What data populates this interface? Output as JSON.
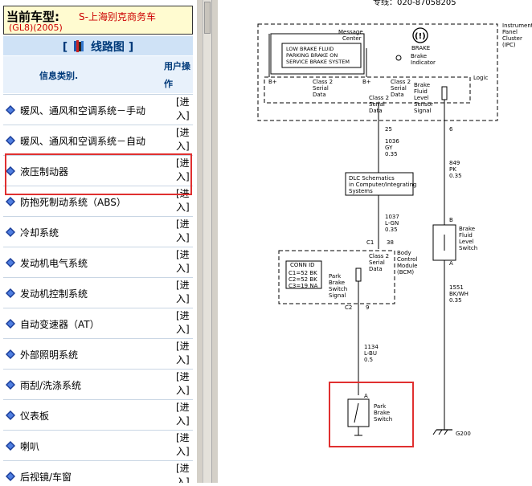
{
  "vehicle": {
    "label": "当前车型:",
    "name": "S-上海别克商务车",
    "model": "(GL8)(2005)"
  },
  "section_title": "线路图",
  "columns": {
    "category": "信息类别.",
    "operation": "用户操作"
  },
  "enter_label": "[进入]",
  "menu_items": [
    {
      "label": "暖风、通风和空调系统－手动"
    },
    {
      "label": "暖风、通风和空调系统－自动"
    },
    {
      "label": "液压制动器"
    },
    {
      "label": "防抱死制动系统（ABS）"
    },
    {
      "label": "冷却系统"
    },
    {
      "label": "发动机电气系统"
    },
    {
      "label": "发动机控制系统"
    },
    {
      "label": "自动变速器（AT）"
    },
    {
      "label": "外部照明系统"
    },
    {
      "label": "雨刮/洗涤系统"
    },
    {
      "label": "仪表板"
    },
    {
      "label": "喇叭"
    },
    {
      "label": "后视镜/车窗"
    }
  ],
  "diagram": {
    "header_text": "专线：020-87058205",
    "ipc_label": [
      "Instrument",
      "Panel",
      "Cluster",
      "(IPC)"
    ],
    "message_center": [
      "Message",
      "Center"
    ],
    "brake_msg": [
      "LOW BRAKE FLUID",
      "PARKING BRAKE ON",
      "SERVICE BRAKE SYSTEM"
    ],
    "brake_symbol": "(!)",
    "brake_label": "BRAKE",
    "brake_indicator": [
      "Brake",
      "Indicator"
    ],
    "logic_label": "Logic",
    "bplus_1": "B+",
    "bplus_2": "B+",
    "class2_a": [
      "Class 2",
      "Serial",
      "Data"
    ],
    "class2_b": [
      "Class 2",
      "Serial",
      "Data"
    ],
    "class2_c": [
      "Class 2",
      "Serial",
      "Data"
    ],
    "fluid_level_signal": [
      "Brake",
      "Fluid",
      "Level",
      "Sensor",
      "Signal"
    ],
    "pin_25": "25",
    "pin_6": "6",
    "wire_1036": [
      "1036",
      "GY",
      "0.35"
    ],
    "wire_849": [
      "849",
      "PK",
      "0.35"
    ],
    "dlc_box": [
      "DLC Schematics",
      "in Computer/Integrating",
      "Systems"
    ],
    "wire_1037": [
      "1037",
      "L-GN",
      "0.35"
    ],
    "conn_b": "B",
    "fluid_switch": [
      "Brake",
      "Fluid",
      "Level",
      "Switch"
    ],
    "conn_a_right": "A",
    "c1_label": "C1",
    "pin_38": "38",
    "class2_bcm": [
      "Class 2",
      "Serial",
      "Data"
    ],
    "bcm_label": [
      "Body",
      "Control",
      "Module",
      "(BCM)"
    ],
    "conn_id_title": "CONN ID",
    "conn_ids": [
      "C1=52 BK",
      "C2=52 BK",
      "C3=19 NA"
    ],
    "park_signal": [
      "Park",
      "Brake",
      "Switch",
      "Signal"
    ],
    "wire_1551": [
      "1551",
      "BK/WH",
      "0.35"
    ],
    "c2_label": "C2",
    "pin_9": "9",
    "wire_1134": [
      "1134",
      "L-BU",
      "0.5"
    ],
    "conn_a_left": "A",
    "park_switch": [
      "Park",
      "Brake",
      "Switch"
    ],
    "ground_label": "G200"
  },
  "colors": {
    "highlight": "#e03030",
    "header_band": "#cfe2f6",
    "car_box": "#fffbd0",
    "accent_text": "#cc0000",
    "link_blue": "#003a7a"
  }
}
